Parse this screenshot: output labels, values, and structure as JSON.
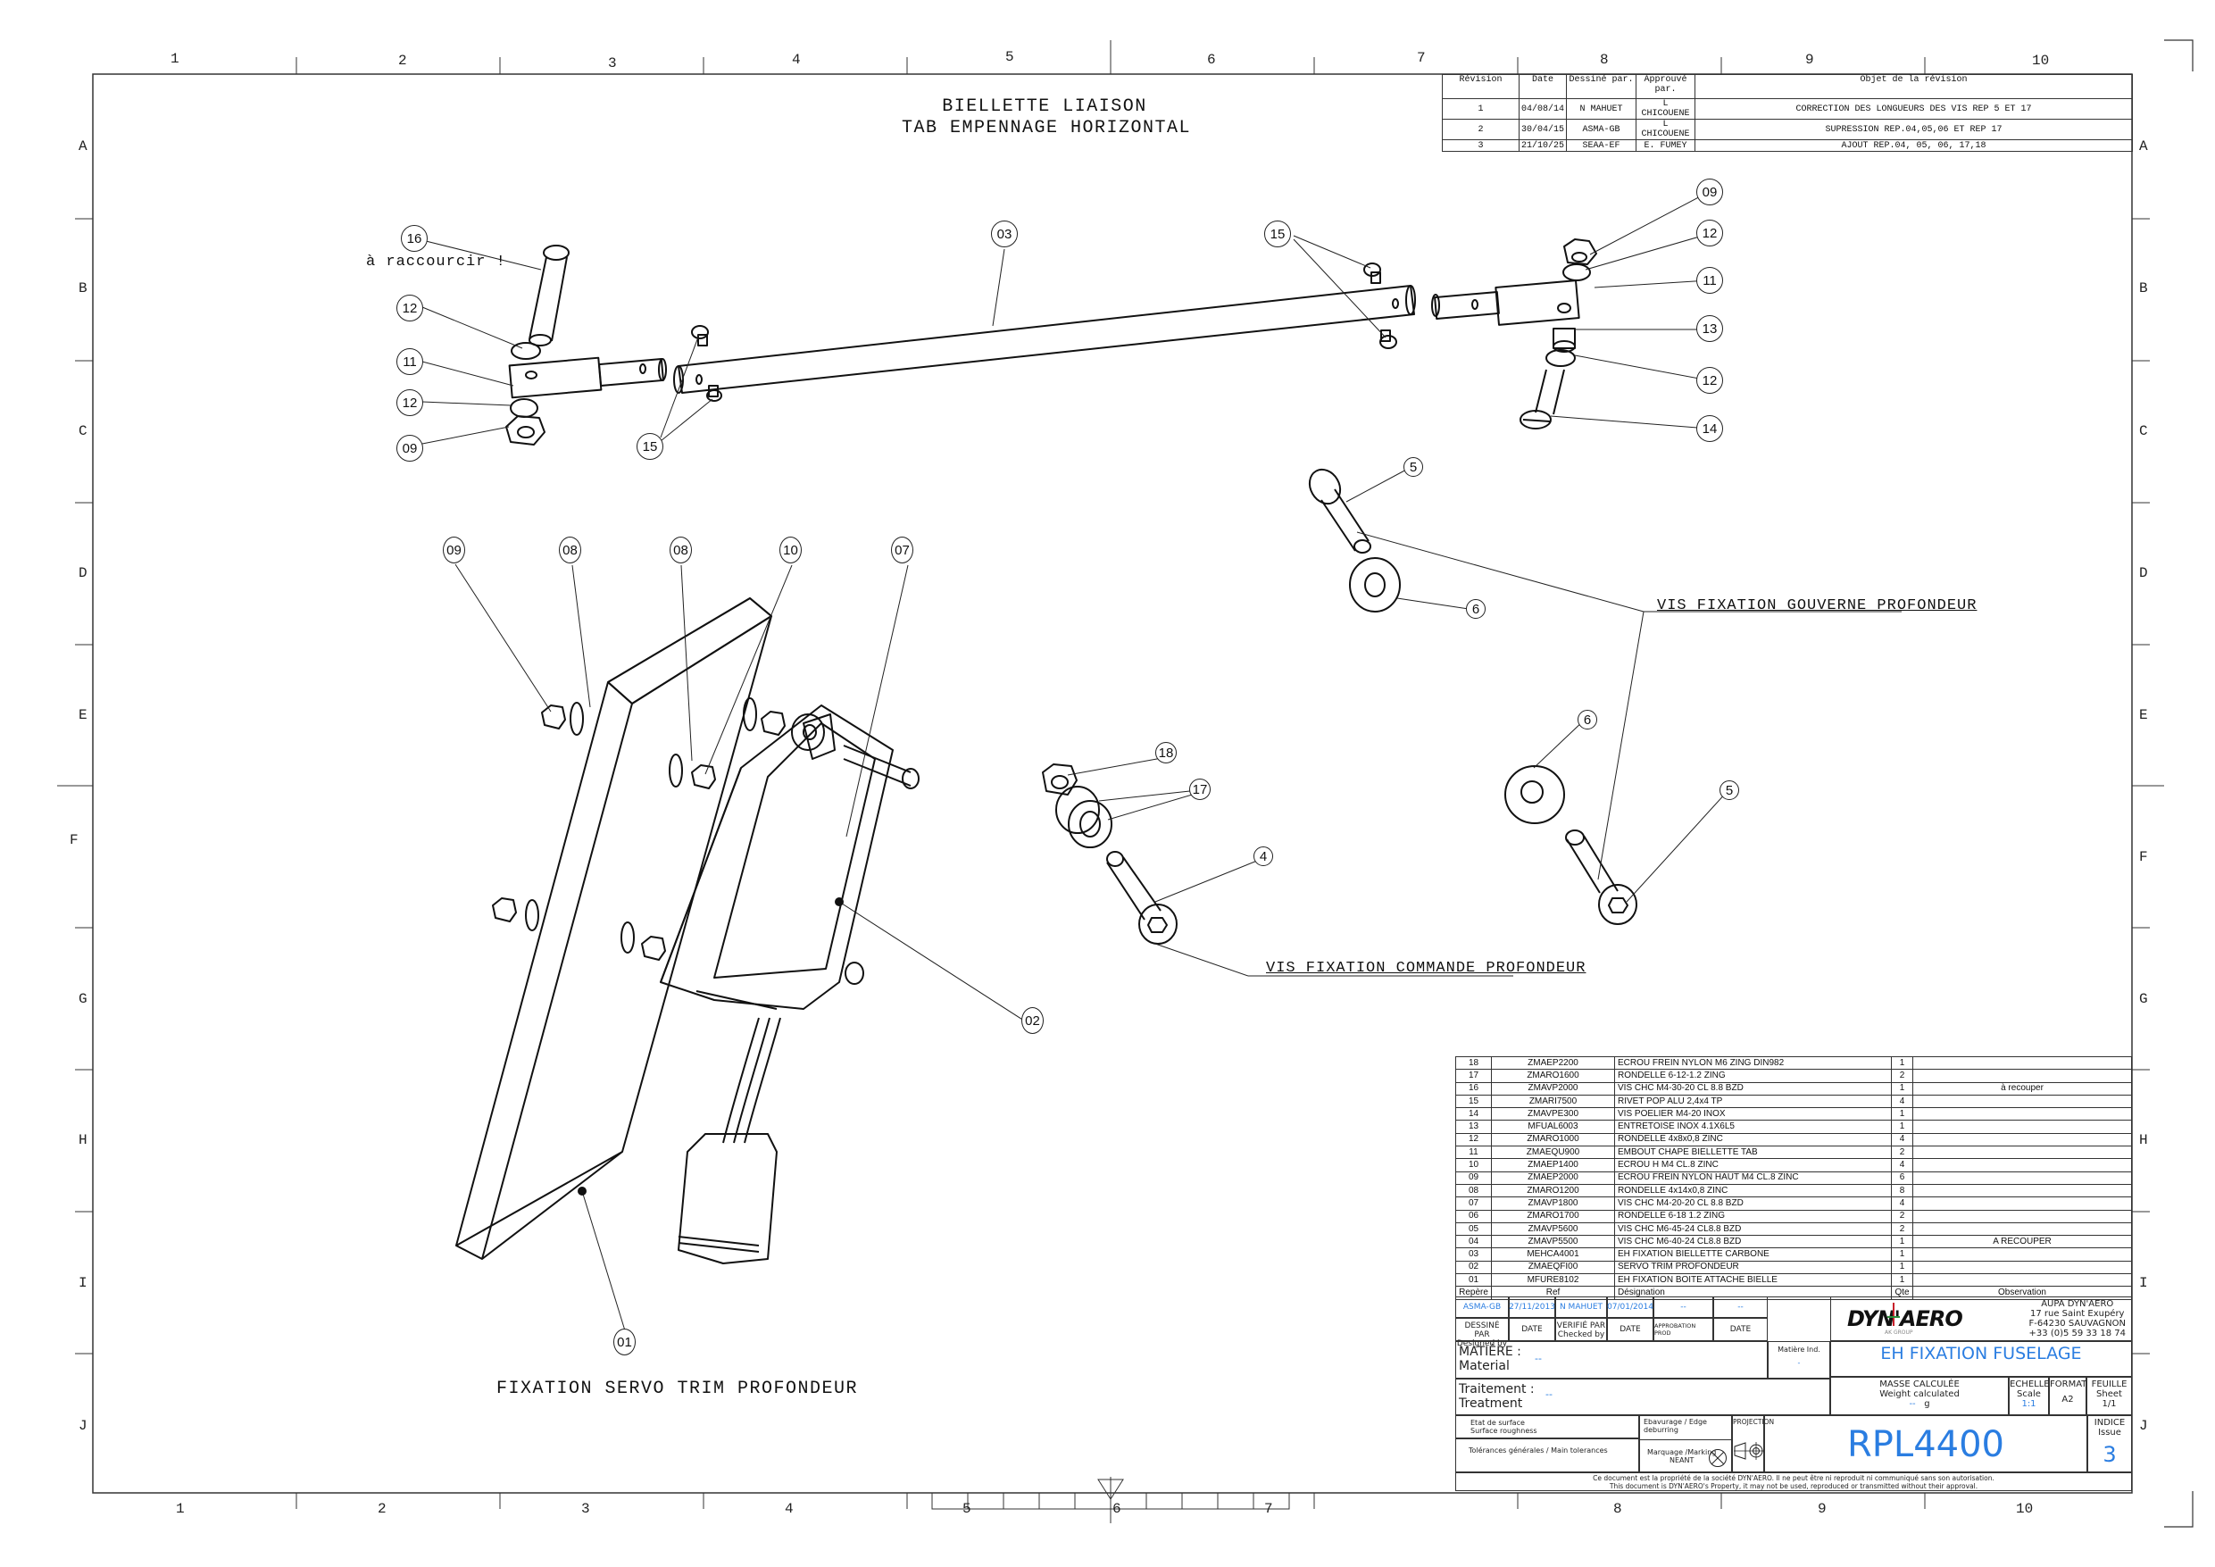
{
  "border": {
    "columns_top": [
      "1",
      "2",
      "3",
      "4",
      "5",
      "6",
      "7",
      "8",
      "9",
      "10"
    ],
    "columns_bottom": [
      "1",
      "2",
      "3",
      "4",
      "5",
      "6",
      "7",
      "8",
      "9",
      "10"
    ],
    "rows_left": [
      "A",
      "B",
      "C",
      "D",
      "E",
      "F",
      "G",
      "H",
      "I",
      "J"
    ],
    "rows_right": [
      "A",
      "B",
      "C",
      "D",
      "E",
      "F",
      "G",
      "H",
      "I",
      "J"
    ]
  },
  "drawing": {
    "title_line1": "BIELLETTE LIAISON",
    "title_line2": "TAB EMPENNAGE HORIZONTAL",
    "note_shorten": "à raccourcir !",
    "label_gouverne": "VIS FIXATION GOUVERNE PROFONDEUR",
    "label_commande": "VIS FIXATION COMMANDE PROFONDEUR",
    "label_servo": "FIXATION SERVO TRIM PROFONDEUR",
    "balloons": {
      "b16": "16",
      "b12a": "12",
      "b11a": "11",
      "b12b": "12",
      "b09a": "09",
      "b15a": "15",
      "b03": "03",
      "b15b": "15",
      "b09b": "09",
      "b12c": "12",
      "b11b": "11",
      "b13": "13",
      "b12d": "12",
      "b14": "14",
      "b5a": "5",
      "b6a": "6",
      "b6b": "6",
      "b5b": "5",
      "b18": "18",
      "b17": "17",
      "b4": "4",
      "b09c": "09",
      "b08a": "08",
      "b08b": "08",
      "b10": "10",
      "b07": "07",
      "b02": "02",
      "b01": "01"
    }
  },
  "revisions": {
    "headers": [
      "Révision",
      "Date",
      "Dessiné par.",
      "Approuvé par.",
      "Objet de la révision"
    ],
    "rows": [
      {
        "rev": "1",
        "date": "04/08/14",
        "by": "N MAHUET",
        "approved": "L CHICOUENE",
        "object": "CORRECTION DES LONGUEURS DES VIS REP 5 ET 17"
      },
      {
        "rev": "2",
        "date": "30/04/15",
        "by": "ASMA-GB",
        "approved": "L CHICOUENE",
        "object": "SUPRESSION REP.04,05,06 ET REP 17"
      },
      {
        "rev": "3",
        "date": "21/10/25",
        "by": "SEAA-EF",
        "approved": "E. FUMEY",
        "object": "AJOUT REP.04, 05, 06, 17,18"
      }
    ]
  },
  "bom": {
    "headers": [
      "Repère",
      "Ref",
      "Désignation",
      "Qte",
      "Observation"
    ],
    "rows": [
      {
        "rep": "18",
        "ref": "ZMAEP2200",
        "des": "ECROU FREIN NYLON M6 ZING DIN982",
        "qte": "1",
        "obs": ""
      },
      {
        "rep": "17",
        "ref": "ZMARO1600",
        "des": "RONDELLE 6-12-1.2 ZING",
        "qte": "2",
        "obs": ""
      },
      {
        "rep": "16",
        "ref": "ZMAVP2000",
        "des": "VIS CHC M4-30-20 CL 8.8 BZD",
        "qte": "1",
        "obs": "à recouper"
      },
      {
        "rep": "15",
        "ref": "ZMARI7500",
        "des": "RIVET POP ALU 2,4x4 TP",
        "qte": "4",
        "obs": ""
      },
      {
        "rep": "14",
        "ref": "ZMAVPE300",
        "des": "VIS POELIER M4-20 INOX",
        "qte": "1",
        "obs": ""
      },
      {
        "rep": "13",
        "ref": "MFUAL6003",
        "des": "ENTRETOISE INOX 4.1X6L5",
        "qte": "1",
        "obs": ""
      },
      {
        "rep": "12",
        "ref": "ZMARO1000",
        "des": "RONDELLE 4x8x0,8 ZINC",
        "qte": "4",
        "obs": ""
      },
      {
        "rep": "11",
        "ref": "ZMAEQU900",
        "des": "EMBOUT CHAPE BIELLETTE TAB",
        "qte": "2",
        "obs": ""
      },
      {
        "rep": "10",
        "ref": "ZMAEP1400",
        "des": "ECROU H M4 CL.8 ZINC",
        "qte": "4",
        "obs": ""
      },
      {
        "rep": "09",
        "ref": "ZMAEP2000",
        "des": "ECROU FREIN NYLON HAUT M4 CL.8 ZINC",
        "qte": "6",
        "obs": ""
      },
      {
        "rep": "08",
        "ref": "ZMARO1200",
        "des": "RONDELLE 4x14x0,8 ZINC",
        "qte": "8",
        "obs": ""
      },
      {
        "rep": "07",
        "ref": "ZMAVP1800",
        "des": "VIS CHC M4-20-20 CL 8.8 BZD",
        "qte": "4",
        "obs": ""
      },
      {
        "rep": "06",
        "ref": "ZMARO1700",
        "des": "RONDELLE 6-18 1.2 ZING",
        "qte": "2",
        "obs": ""
      },
      {
        "rep": "05",
        "ref": "ZMAVP5600",
        "des": "VIS CHC M6-45-24 CL8.8 BZD",
        "qte": "2",
        "obs": ""
      },
      {
        "rep": "04",
        "ref": "ZMAVP5500",
        "des": "VIS CHC M6-40-24 CL8.8 BZD",
        "qte": "1",
        "obs": "A RECOUPER"
      },
      {
        "rep": "03",
        "ref": "MEHCA4001",
        "des": "EH FIXATION BIELLETTE CARBONE",
        "qte": "1",
        "obs": ""
      },
      {
        "rep": "02",
        "ref": "ZMAEQFI00",
        "des": "SERVO TRIM PROFONDEUR",
        "qte": "1",
        "obs": ""
      },
      {
        "rep": "01",
        "ref": "MFURE8102",
        "des": "EH FIXATION BOITE ATTACHE BIELLE",
        "qte": "1",
        "obs": ""
      }
    ]
  },
  "title_block": {
    "designed_by_value": "ASMA-GB",
    "designed_date": "27/11/2013",
    "checked_by_value": "N MAHUET",
    "checked_date": "07/01/2014",
    "approval_value": "--",
    "approval_date": "--",
    "designed_by_label": "DESSINÉ PAR",
    "designed_by_label_en": "Designed by",
    "date_label": "DATE",
    "checked_by_label": "VERIFIÉ PAR",
    "checked_by_label_en": "Checked by",
    "approval_label": "APPROBATION PROD",
    "material_label": "MATIÈRE :",
    "material_label_en": "Material",
    "material_value": "--",
    "material_ind_label": "Matière Ind.",
    "material_ind_value": "-",
    "treatment_label": "Traitement :",
    "treatment_label_en": "Treatment",
    "treatment_value": "--",
    "company_logo": "DYN'AERO",
    "company_logo_sub": "AK GROUP",
    "company_name": "AUPA DYN'AERO",
    "company_address1": "17 rue Saint Exupéry",
    "company_address2": "F-64230 SAUVAGNON",
    "company_phone": "+33 (0)5 59 33 18 74",
    "part_title": "EH FIXATION FUSELAGE",
    "mass_label": "MASSE CALCULÉE",
    "mass_label_en": "Weight calculated",
    "mass_value": "--",
    "mass_unit": "g",
    "scale_label": "ECHELLE",
    "scale_label_en": "Scale",
    "scale_value": "1:1",
    "format_label": "FORMAT",
    "format_value": "A2",
    "sheet_label": "FEUILLE",
    "sheet_label_en": "Sheet",
    "sheet_value": "1/1",
    "surface_label": "Etat de surface",
    "surface_label_en": "Surface roughness",
    "deburring_label": "Ebavurage / Edge deburring",
    "projection_label": "PROJECTION",
    "tolerances_label": "Tolérances générales / Main tolerances",
    "marking_label": "Marquage /Marking",
    "marking_value": "NEANT",
    "drawing_number": "RPL4400",
    "issue_label": "INDICE",
    "issue_label_en": "Issue",
    "issue_value": "3",
    "property_fr": "Ce document est la propriété de la société DYN'AERO. Il ne peut être ni reproduit ni communiqué sans son autorisation.",
    "property_en": "This document is DYN'AERO's Property, it may not be used, reproduced or transmitted without their approval."
  },
  "colors": {
    "accent_blue": "#2a7de1",
    "logo_red": "#c8202a",
    "logo_green": "#2e8b3a"
  }
}
